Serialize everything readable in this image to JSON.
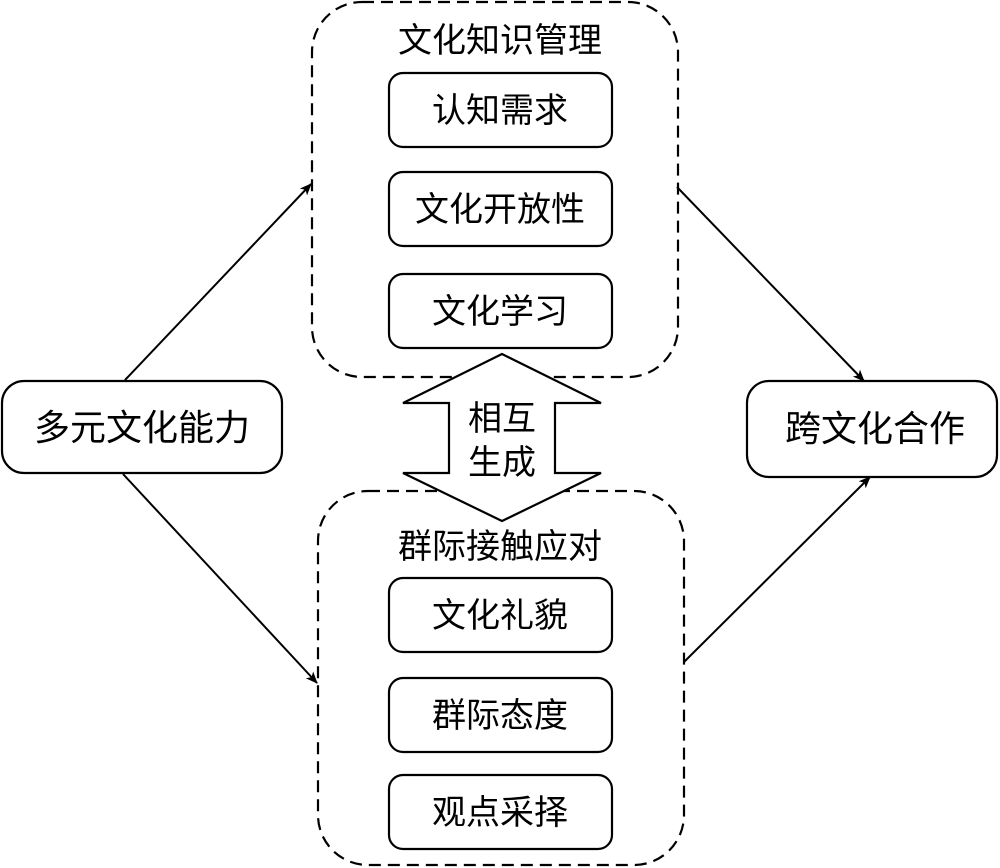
{
  "colors": {
    "stroke": "#000000",
    "background": "#ffffff",
    "text": "#000000"
  },
  "source_node": {
    "label": "多元文化能力"
  },
  "target_node": {
    "label": "跨文化合作"
  },
  "groups": [
    {
      "title": "文化知识管理",
      "items": [
        {
          "label": "认知需求"
        },
        {
          "label": "文化开放性"
        },
        {
          "label": "文化学习"
        }
      ]
    },
    {
      "title": "群际接触应对",
      "items": [
        {
          "label": "文化礼貌"
        },
        {
          "label": "群际态度"
        },
        {
          "label": "观点采择"
        }
      ]
    }
  ],
  "mutual_arrow": {
    "line1": "相互",
    "line2": "生成"
  },
  "edges": [
    {
      "from": "多元文化能力",
      "to": "文化知识管理"
    },
    {
      "from": "多元文化能力",
      "to": "群际接触应对"
    },
    {
      "from": "文化知识管理",
      "to": "跨文化合作"
    },
    {
      "from": "群际接触应对",
      "to": "跨文化合作"
    },
    {
      "from": "文化知识管理",
      "to": "群际接触应对",
      "type": "bidirectional",
      "label": "相互生成"
    }
  ]
}
